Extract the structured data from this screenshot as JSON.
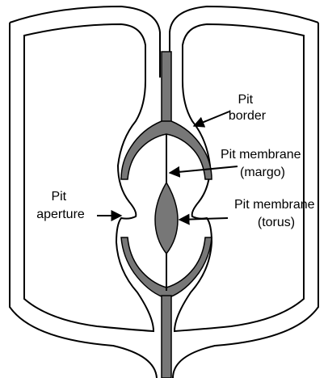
{
  "diagram": {
    "labels": {
      "pit_border": [
        "Pit",
        "border"
      ],
      "pit_membrane_margo": [
        "Pit membrane",
        "(margo)"
      ],
      "pit_aperture": [
        "Pit",
        "aperture"
      ],
      "pit_membrane_torus": [
        "Pit membrane",
        "(torus)"
      ]
    },
    "colors": {
      "line": "#000000",
      "wall_fill": "#777777",
      "background": "#ffffff"
    }
  }
}
